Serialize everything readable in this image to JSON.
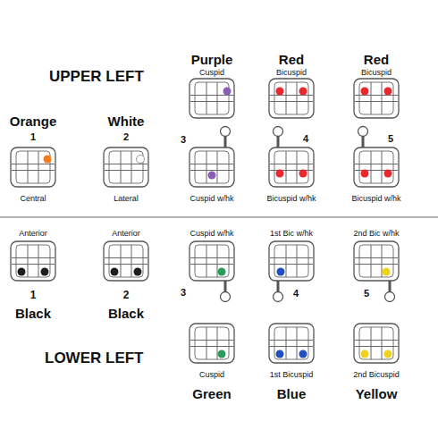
{
  "diagram": {
    "nodes": [
      {
        "text": [
          "Purple",
          "Cuspid"
        ]
      },
      {
        "text": [
          "Red",
          "Bicuspid"
        ]
      },
      {
        "text": [
          "Red",
          "Bicuspid"
        ]
      },
      {
        "text": [
          "Orange",
          "1",
          "Central"
        ]
      },
      {
        "text": [
          "White",
          "2",
          "Lateral"
        ]
      },
      {
        "text": [
          "3",
          "Cuspid w/hk"
        ]
      },
      {
        "text": [
          "4",
          "Bicuspid w/hk"
        ]
      },
      {
        "text": [
          "5",
          "Bicuspid w/hk"
        ]
      },
      {
        "text": [
          "Anterior",
          "1",
          "Black"
        ]
      },
      {
        "text": [
          "Anterior",
          "2",
          "Black"
        ]
      },
      {
        "text": [
          "Cuspid w/hk",
          "3"
        ]
      },
      {
        "text": [
          "1st Bic w/hk",
          "4"
        ]
      },
      {
        "text": [
          "2nd Bic w/hk",
          "5"
        ]
      },
      {
        "text": [
          "Cuspid",
          "Green"
        ]
      },
      {
        "text": [
          "1st Bicuspid",
          "Blue"
        ]
      },
      {
        "text": [
          "2nd Bicuspid",
          "Yellow"
        ]
      }
    ],
    "labels": [
      "UPPER LEFT",
      "LOWER LEFT"
    ]
  }
}
